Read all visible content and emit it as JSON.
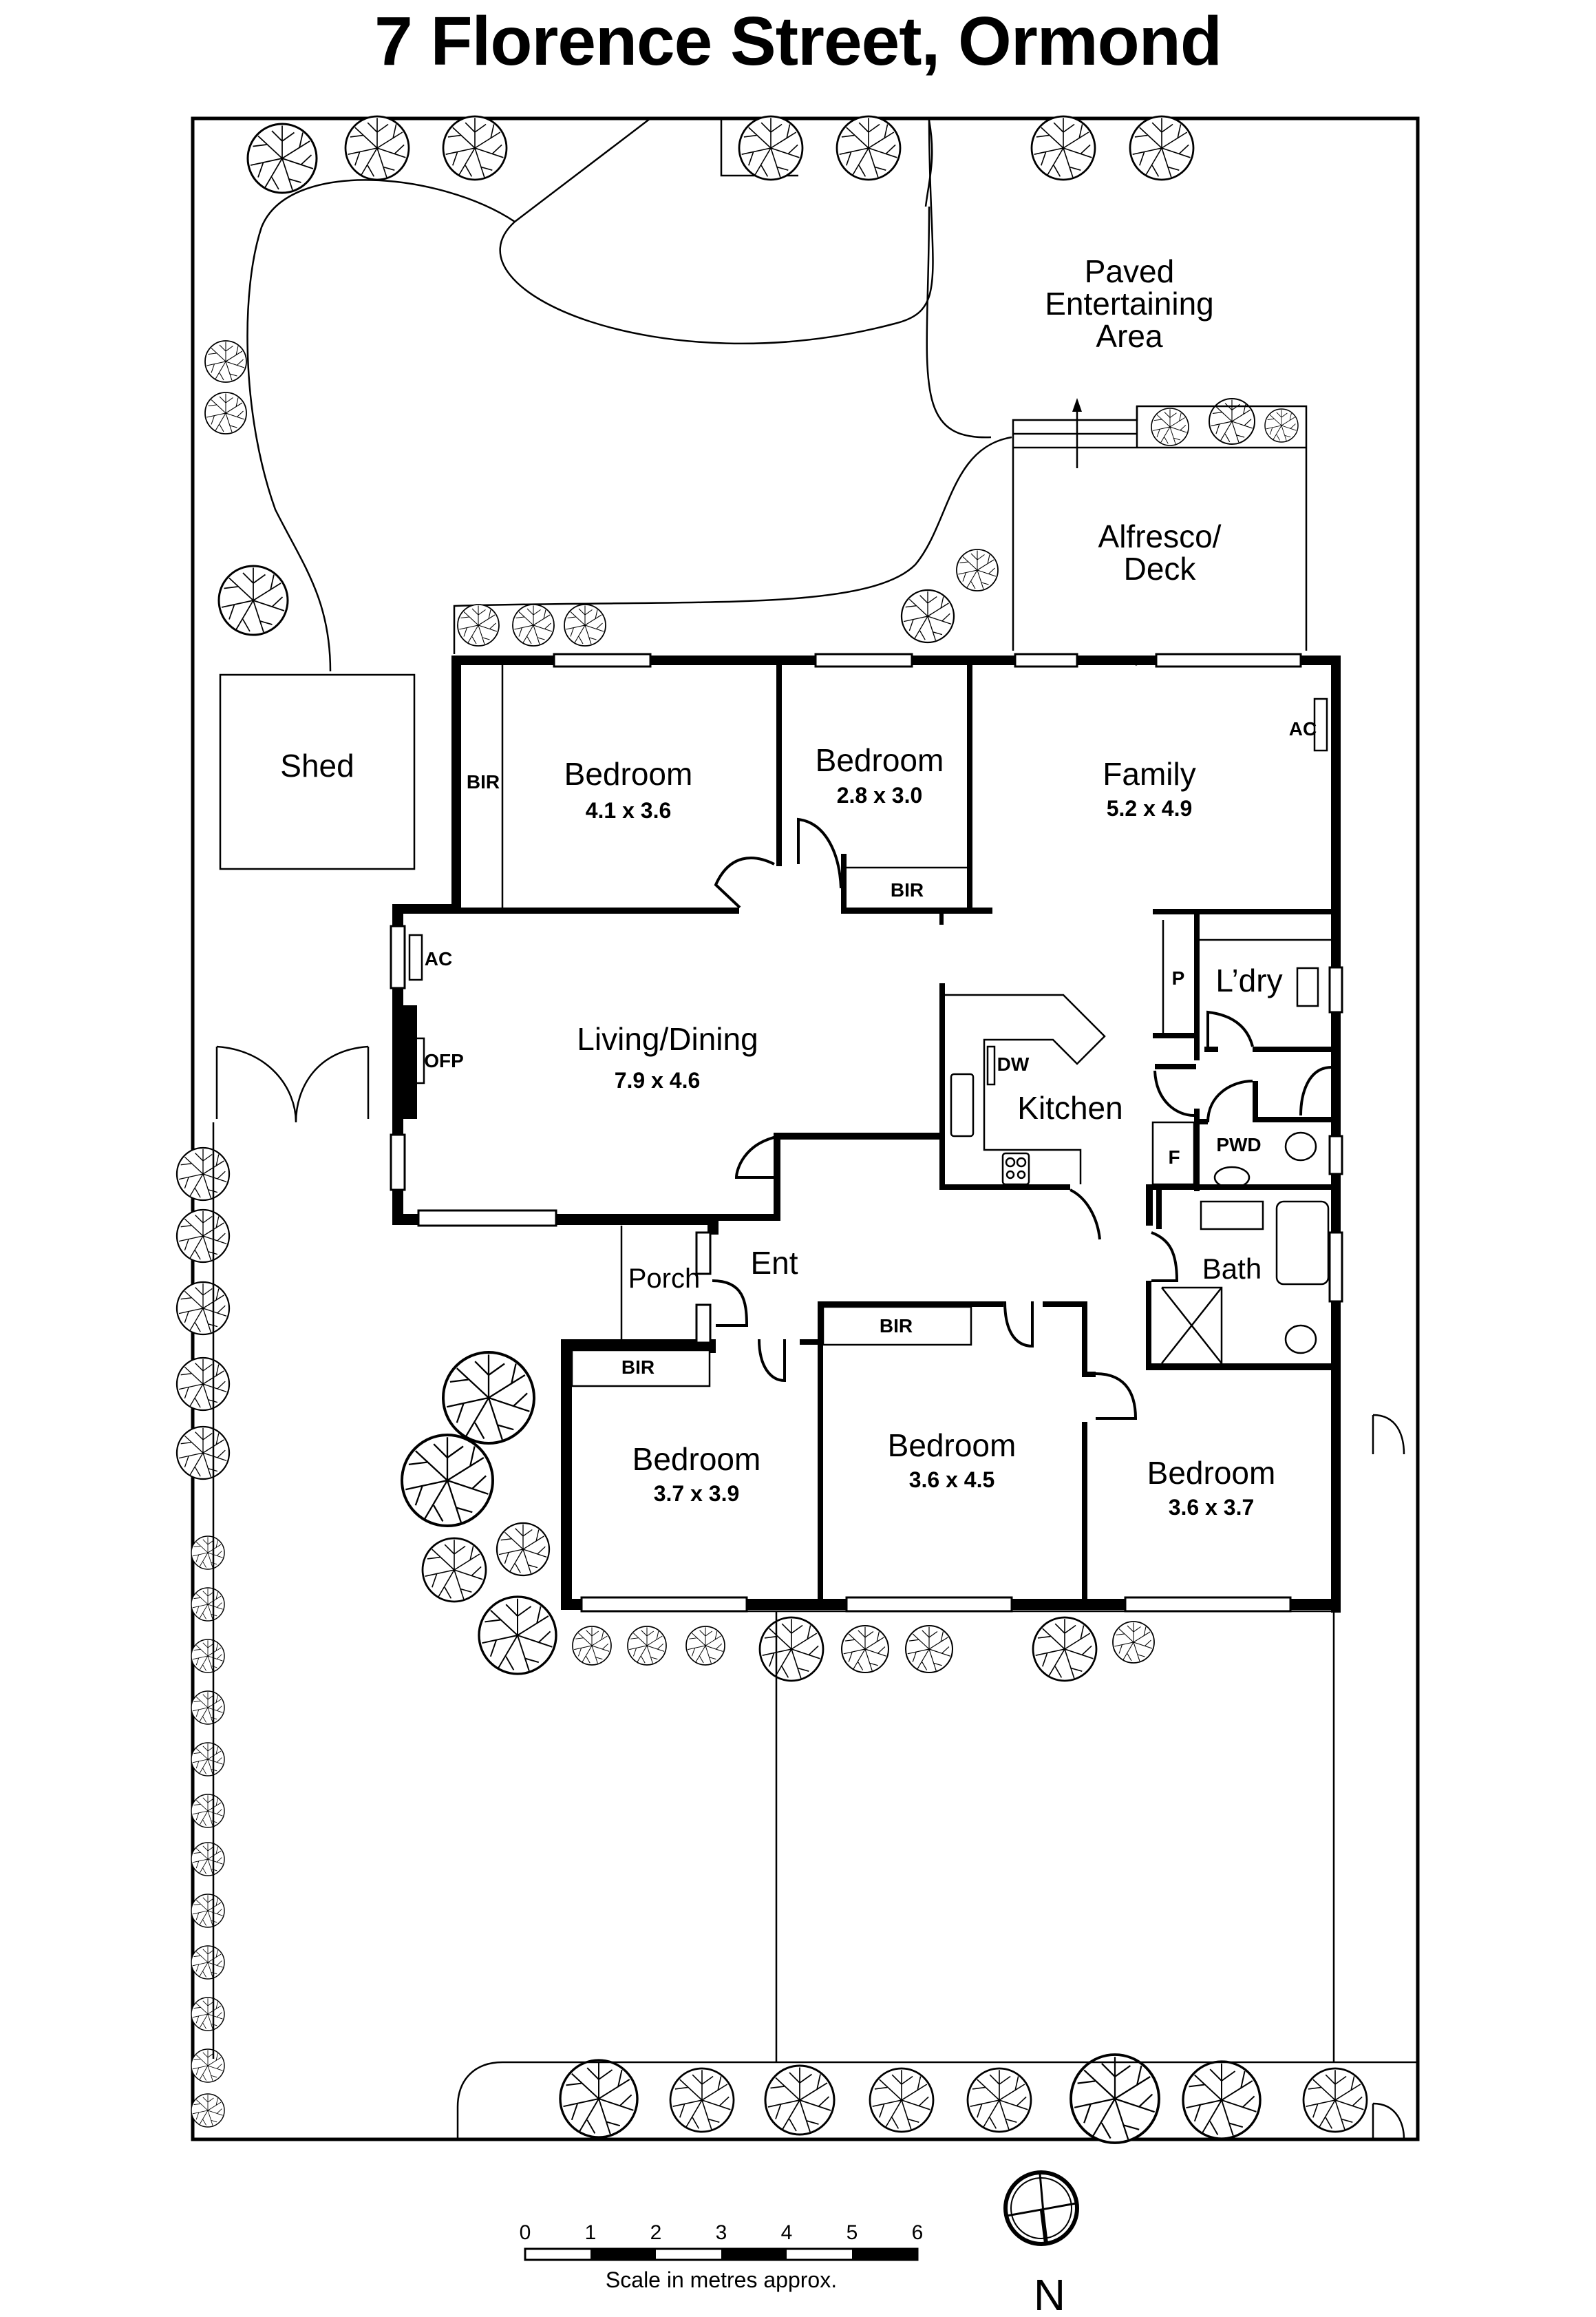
{
  "title": "7 Florence Street, Ormond",
  "rooms": [
    {
      "id": "bedroom1",
      "name": "Bedroom",
      "dims": "4.1 x 3.6"
    },
    {
      "id": "bedroom2",
      "name": "Bedroom",
      "dims": "2.8 x 3.0"
    },
    {
      "id": "family",
      "name": "Family",
      "dims": "5.2 x 4.9"
    },
    {
      "id": "living",
      "name": "Living/Dining",
      "dims": "7.9 x 4.6"
    },
    {
      "id": "kitchen",
      "name": "Kitchen",
      "dims": ""
    },
    {
      "id": "laundry",
      "name": "L’dry",
      "dims": ""
    },
    {
      "id": "bath",
      "name": "Bath",
      "dims": ""
    },
    {
      "id": "entry",
      "name": "Ent",
      "dims": ""
    },
    {
      "id": "porch",
      "name": "Porch",
      "dims": ""
    },
    {
      "id": "bedroom3",
      "name": "Bedroom",
      "dims": "3.7 x 3.9"
    },
    {
      "id": "bedroom4",
      "name": "Bedroom",
      "dims": "3.6 x 4.5"
    },
    {
      "id": "bedroom5",
      "name": "Bedroom",
      "dims": "3.6 x 3.7"
    }
  ],
  "outdoor": {
    "shed": "Shed",
    "alfresco_line1": "Alfresco/",
    "alfresco_line2": "Deck",
    "paved_line1": "Paved",
    "paved_line2": "Entertaining",
    "paved_line3": "Area"
  },
  "fixtures": {
    "bir": "BIR",
    "ac": "AC",
    "ofp": "OFP",
    "dw": "DW",
    "pantry": "P",
    "fridge": "F",
    "pwd": "PWD"
  },
  "scale": {
    "ticks": [
      "0",
      "1",
      "2",
      "3",
      "4",
      "5",
      "6"
    ],
    "caption": "Scale in metres approx."
  },
  "compass": {
    "label": "N"
  }
}
